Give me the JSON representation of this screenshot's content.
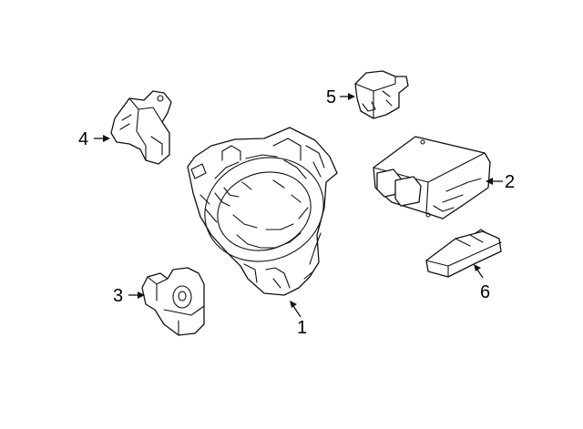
{
  "diagram": {
    "callouts": [
      {
        "id": "1",
        "label": "1"
      },
      {
        "id": "2",
        "label": "2"
      },
      {
        "id": "3",
        "label": "3"
      },
      {
        "id": "4",
        "label": "4"
      },
      {
        "id": "5",
        "label": "5"
      },
      {
        "id": "6",
        "label": "6"
      }
    ]
  }
}
